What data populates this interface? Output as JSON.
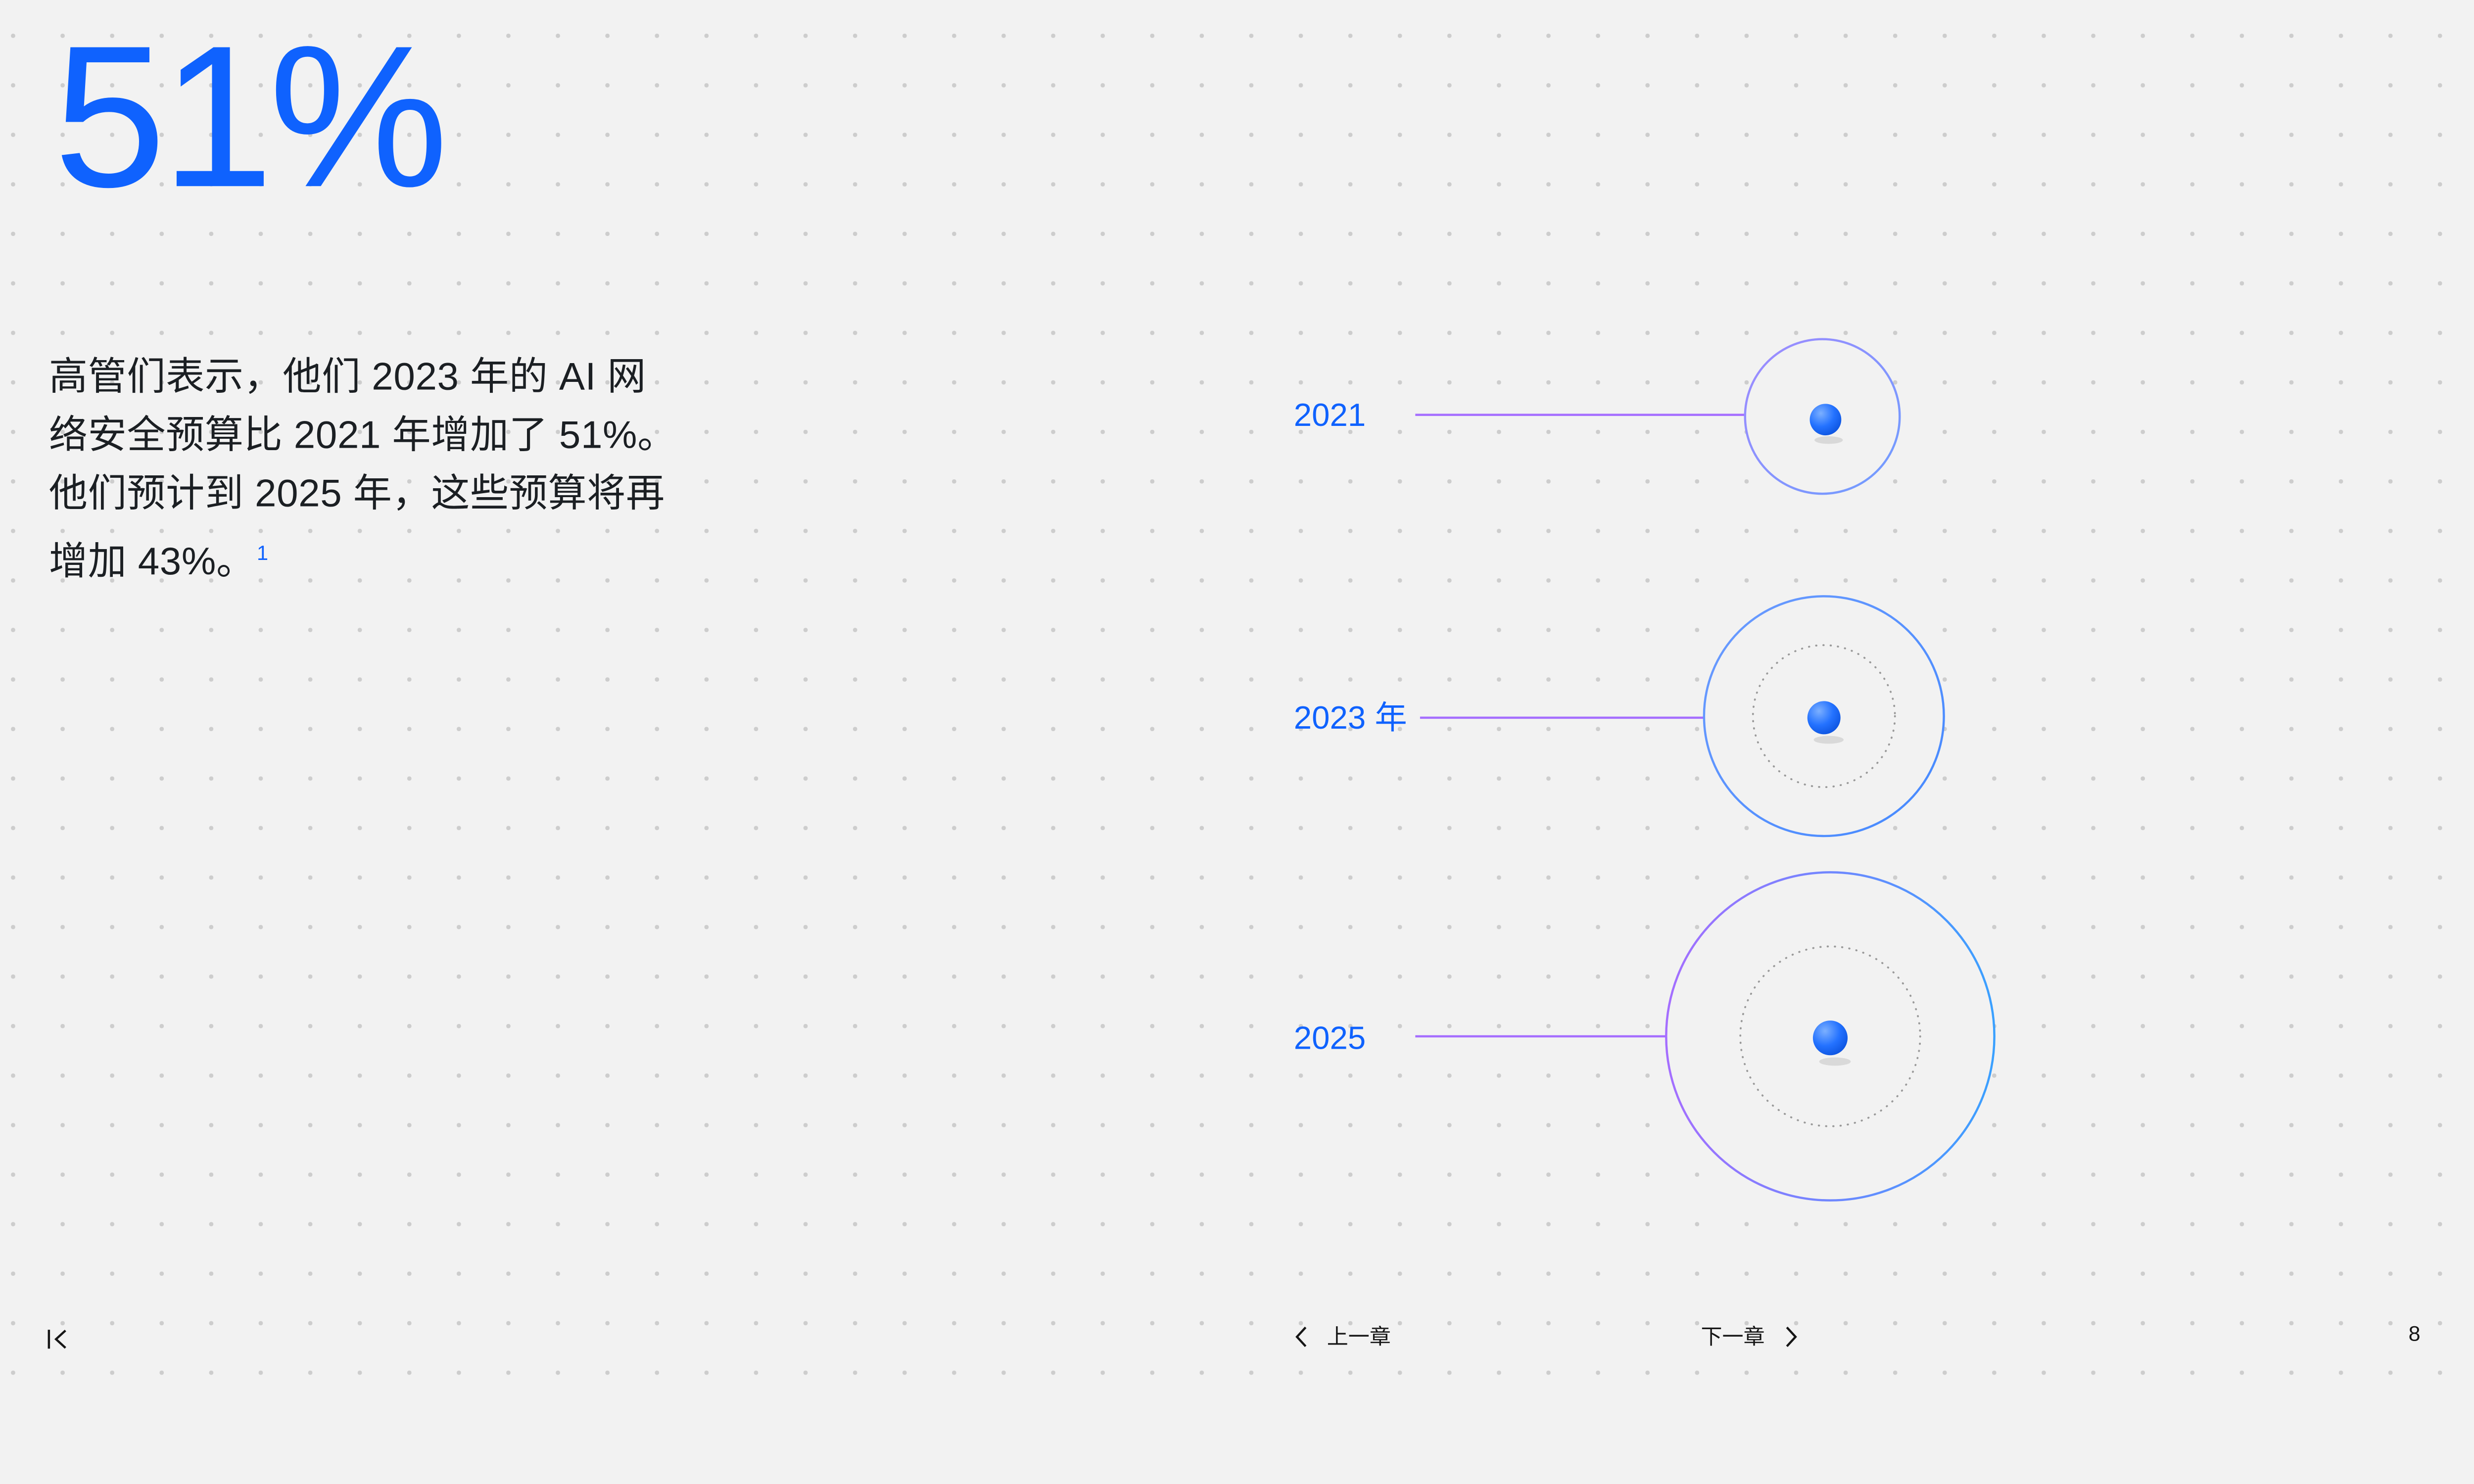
{
  "slide": {
    "background": "#f2f2f2",
    "dot_color": "#cdcdcd",
    "accent_blue": "#0f62fe",
    "line_purple": "#a56eff",
    "text_color": "#161616"
  },
  "headline": {
    "stat": "51%"
  },
  "body": {
    "lines": [
      "高管们表示，他们 2023 年的 AI 网",
      "络安全预算比 2021 年增加了 51%。",
      "他们预计到 2025 年，这些预算将再",
      "增加 43%。"
    ],
    "footnote_marker": "1"
  },
  "chart_data": {
    "type": "bubble",
    "categories": [
      "2021",
      "2023 年",
      "2025"
    ],
    "values": [
      1.0,
      1.51,
      2.16
    ],
    "note": "relative AI cybersecurity budget; 2023 is +51% vs 2021, 2025 is +43% vs 2023 (from body text)",
    "legend": "none",
    "marker": "blue sphere at each bubble center"
  },
  "footer": {
    "prev_label": "上一章",
    "next_label": "下一章",
    "page_number": "8"
  }
}
